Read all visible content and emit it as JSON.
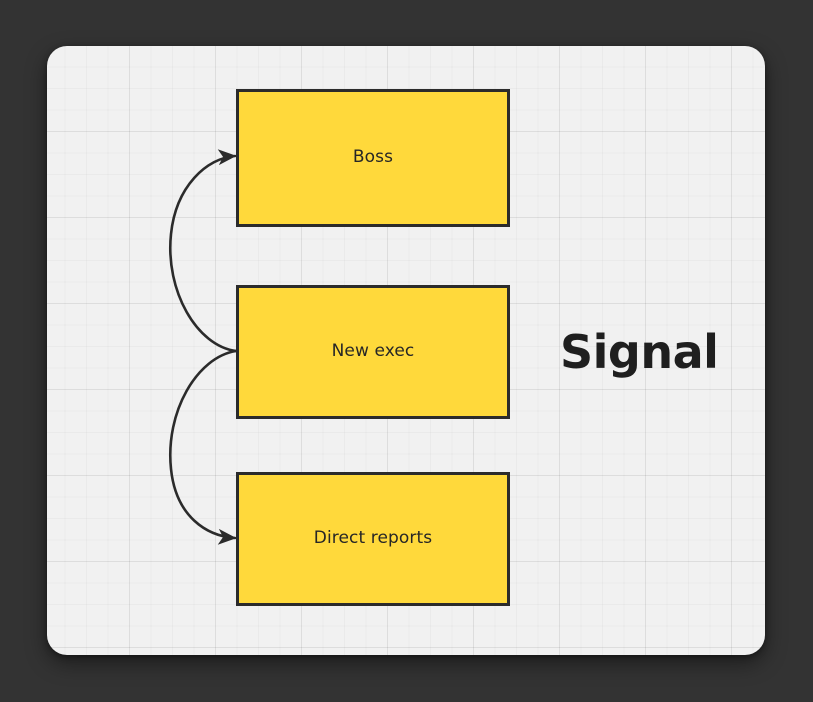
{
  "canvas": {
    "background_color": "#f1f1f1",
    "grid": "graph-paper",
    "outer_background_color": "#333333"
  },
  "diagram": {
    "type": "flow",
    "node_fill_color": "#FFD93B",
    "node_border_color": "#2b2b2b",
    "nodes": [
      {
        "id": "boss",
        "label": "Boss"
      },
      {
        "id": "new-exec",
        "label": "New exec"
      },
      {
        "id": "direct-reports",
        "label": "Direct reports"
      }
    ],
    "edges": [
      {
        "from": "new-exec",
        "to": "boss",
        "style": "curved",
        "arrowhead": "filled-triangle"
      },
      {
        "from": "new-exec",
        "to": "direct-reports",
        "style": "curved",
        "arrowhead": "filled-triangle"
      }
    ]
  },
  "heading": {
    "text": "Signal",
    "color": "#1f1f1f"
  }
}
